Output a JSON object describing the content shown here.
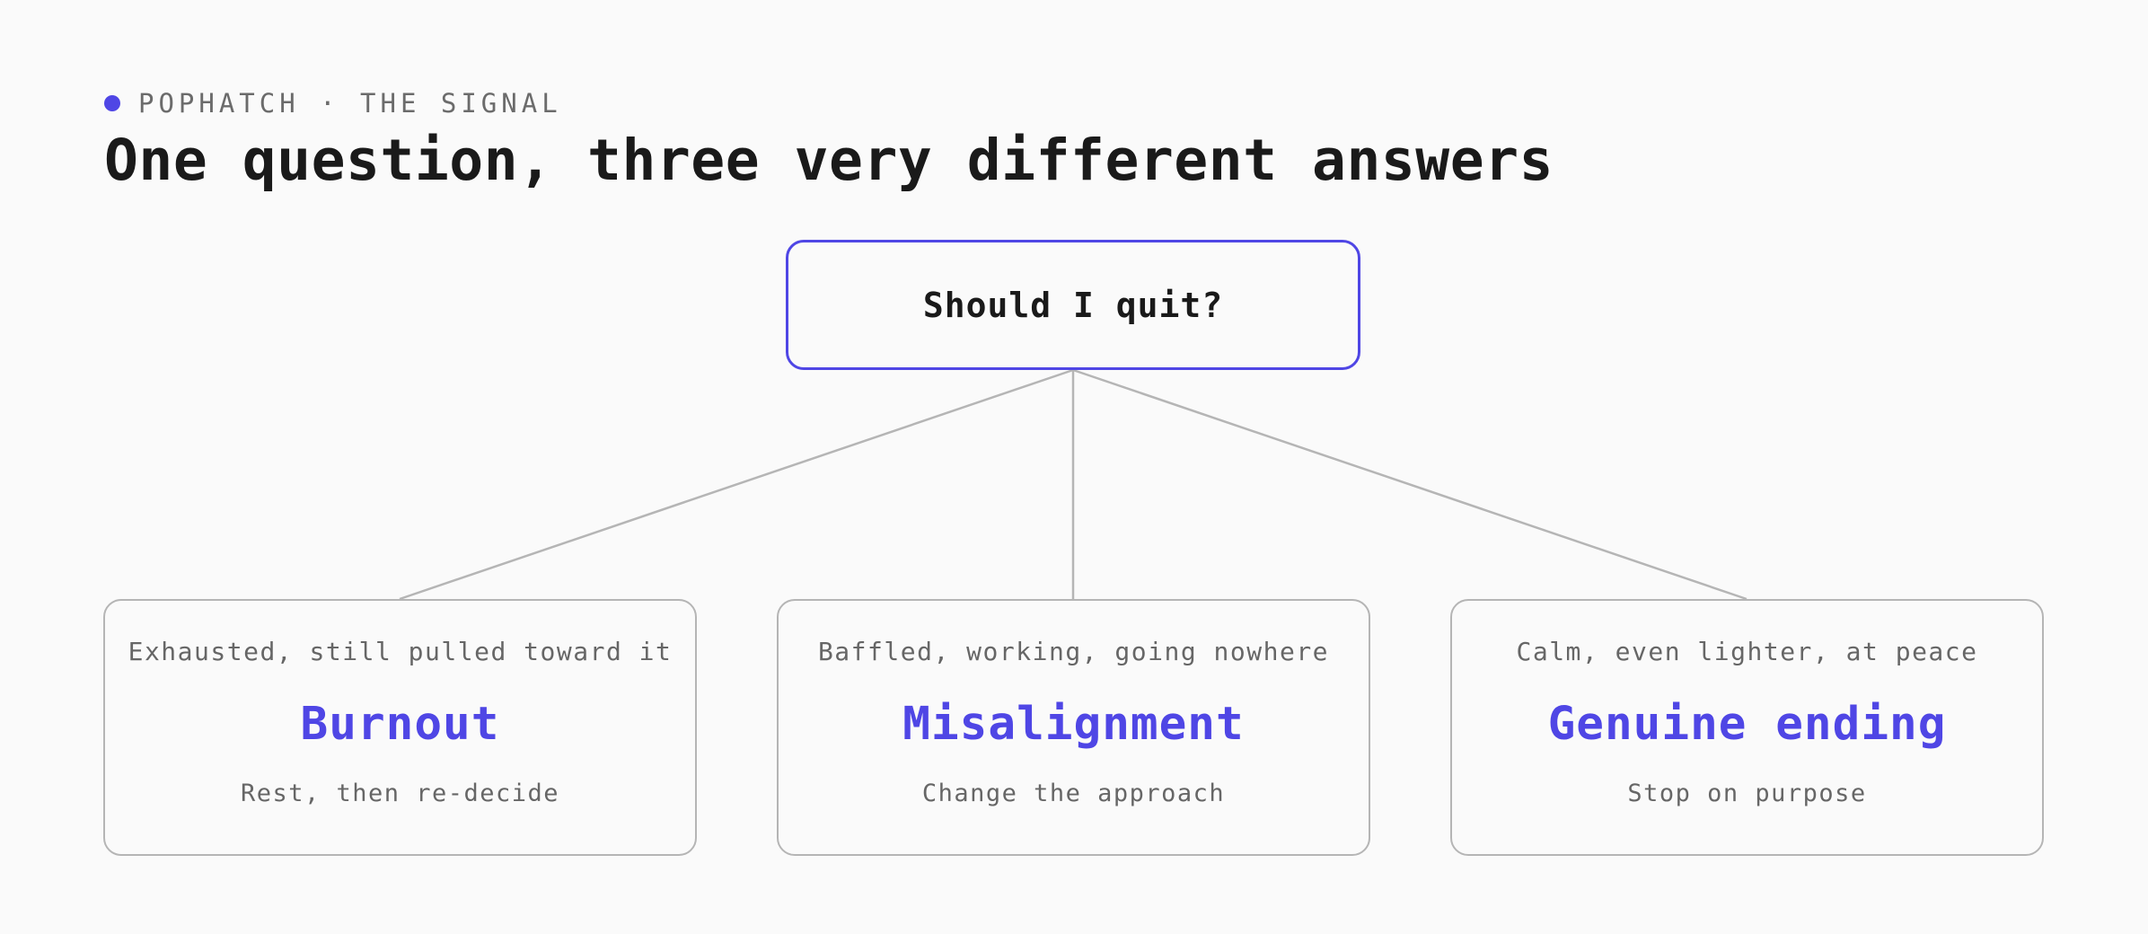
{
  "header": {
    "eyebrow": "POPHATCH · THE SIGNAL",
    "title": "One question, three very different answers"
  },
  "diagram": {
    "root": {
      "label": "Should I quit?"
    },
    "branches": [
      {
        "condition": "Exhausted, still pulled toward it",
        "name": "Burnout",
        "action": "Rest, then re-decide"
      },
      {
        "condition": "Baffled, working, going nowhere",
        "name": "Misalignment",
        "action": "Change the approach"
      },
      {
        "condition": "Calm, even lighter, at peace",
        "name": "Genuine ending",
        "action": "Stop on purpose"
      }
    ]
  },
  "colors": {
    "accent": "#4f46e5",
    "background": "#fafafa",
    "border": "#b5b5b5",
    "text": "#1a1a1a",
    "muted_text": "#666666"
  }
}
